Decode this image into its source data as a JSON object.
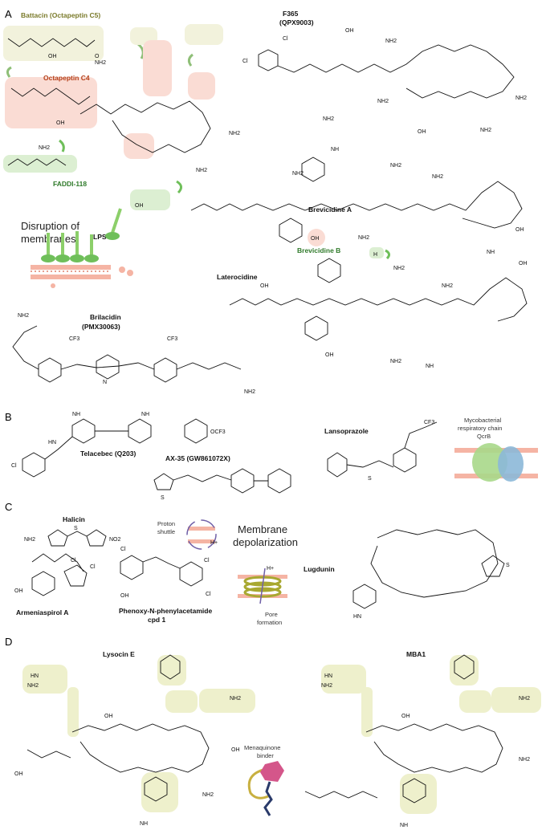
{
  "panels": [
    "A",
    "B",
    "C",
    "D"
  ],
  "panel_a": {
    "battacin": "Battacin (Octapeptin C5)",
    "octapeptin": "Octapeptin C4",
    "faddi": "FADDI-118",
    "f365_name": "F365",
    "f365_code": "(QPX9003)",
    "brevicidine_a": "Brevicidine A",
    "brevicidine_b": "Brevicidine B",
    "laterocidine": "Laterocidine",
    "brilacidin_name": "Brilacidin",
    "brilacidin_code": "(PMX30063)",
    "disruption_1": "Disruption of",
    "disruption_2": "membranes",
    "lps": "LPS"
  },
  "panel_b": {
    "telacebec": "Telacebec (Q203)",
    "ax35": "AX-35 (GW861072X)",
    "lansoprazole": "Lansoprazole",
    "myco_1": "Mycobacterial",
    "myco_2": "respiratory chain",
    "myco_3": "QcrB"
  },
  "panel_c": {
    "halicin": "Halicin",
    "armeniaspirol": "Armeniaspirol A",
    "phenoxy_1": "Phenoxy-N-phenylacetamide",
    "phenoxy_2": "cpd 1",
    "proton_1": "Proton",
    "proton_2": "shuttle",
    "depol_1": "Membrane",
    "depol_2": "depolarization",
    "lugdunin": "Lugdunin",
    "pore_1": "Pore",
    "pore_2": "formation",
    "hplus": "H+"
  },
  "panel_d": {
    "lysocin": "Lysocin E",
    "mba1": "MBA1",
    "menaq_1": "Menaquinone",
    "menaq_2": "binder"
  },
  "atoms": {
    "cl": "Cl",
    "nh2": "NH2",
    "oh": "OH",
    "o": "O",
    "n": "N",
    "nh": "NH",
    "h": "H",
    "s": "S",
    "cf3": "CF3",
    "ocf3": "OCF3",
    "no2": "NO2",
    "hn": "HN"
  }
}
